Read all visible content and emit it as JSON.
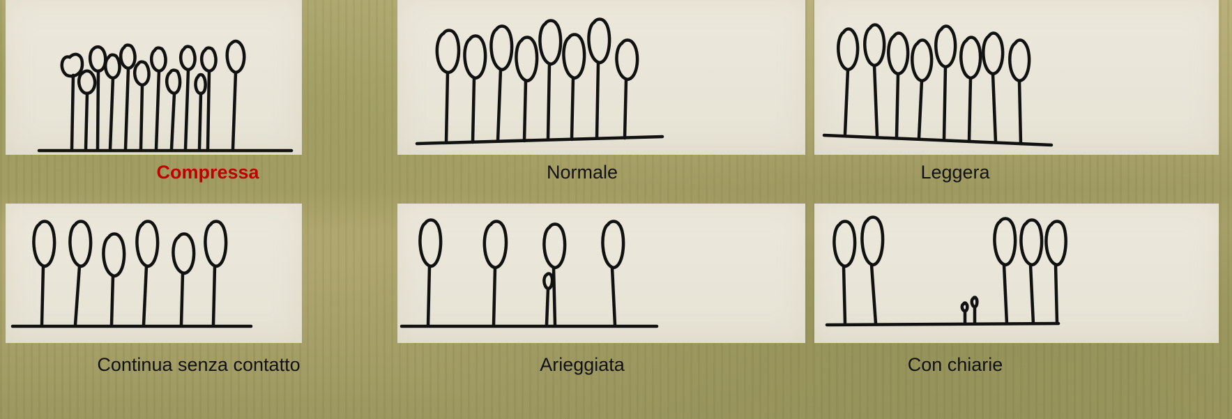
{
  "colors": {
    "highlight": "#c00000",
    "ink": "#111111"
  },
  "panels": [
    {
      "label": "Compressa",
      "highlight": true
    },
    {
      "label": "Normale",
      "highlight": false
    },
    {
      "label": "Leggera",
      "highlight": false
    },
    {
      "label": "Continua senza contatto",
      "highlight": false
    },
    {
      "label": "Arieggiata",
      "highlight": false
    },
    {
      "label": "Con chiarie",
      "highlight": false
    }
  ]
}
